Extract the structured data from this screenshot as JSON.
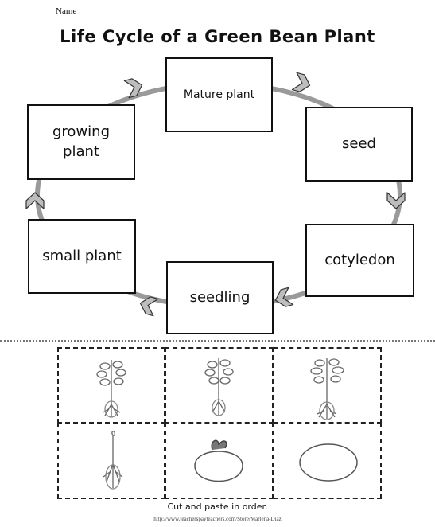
{
  "header": {
    "name_label": "Name",
    "title": "Life Cycle of a Green Bean Plant"
  },
  "cycle": {
    "mature_plant": "Mature plant",
    "seed": "seed",
    "cotyledon": "cotyledon",
    "seedling": "seedling",
    "small_plant": "small plant",
    "growing_plant_line1": "growing",
    "growing_plant_line2": "plant"
  },
  "cards": [
    {
      "picture": "large-bean-plant"
    },
    {
      "picture": "large-bean-plant"
    },
    {
      "picture": "large-bean-plant"
    },
    {
      "picture": "sprout-with-roots"
    },
    {
      "picture": "sprouting-bean-seed"
    },
    {
      "picture": "bean-seed"
    }
  ],
  "footer": {
    "instruction": "Cut and paste in order.",
    "url": "http://www.teacherspayteachers.com/Store/Marlena-Diaz"
  }
}
